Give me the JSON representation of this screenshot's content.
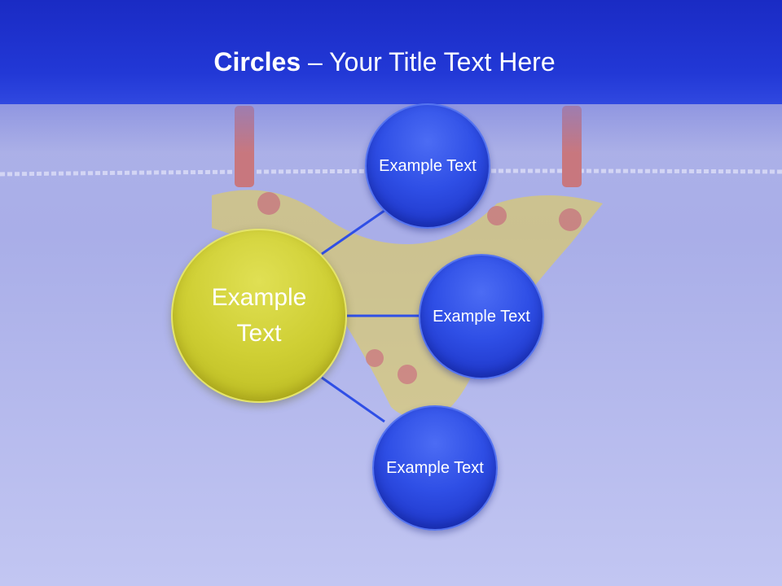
{
  "slide": {
    "title_bold": "Circles",
    "title_rest": " – Your Title Text Here"
  },
  "diagram": {
    "center": {
      "label": "Example Text",
      "color": "#cfcf34"
    },
    "nodes": [
      {
        "label": "Example Text",
        "color": "#2f4fe6"
      },
      {
        "label": "Example Text",
        "color": "#2f4fe6"
      },
      {
        "label": "Example Text",
        "color": "#2f4fe6"
      }
    ],
    "connector_color": "#2f4fe6"
  },
  "colors": {
    "title_bar": "#2238d6",
    "background": "#b0b4e6"
  }
}
